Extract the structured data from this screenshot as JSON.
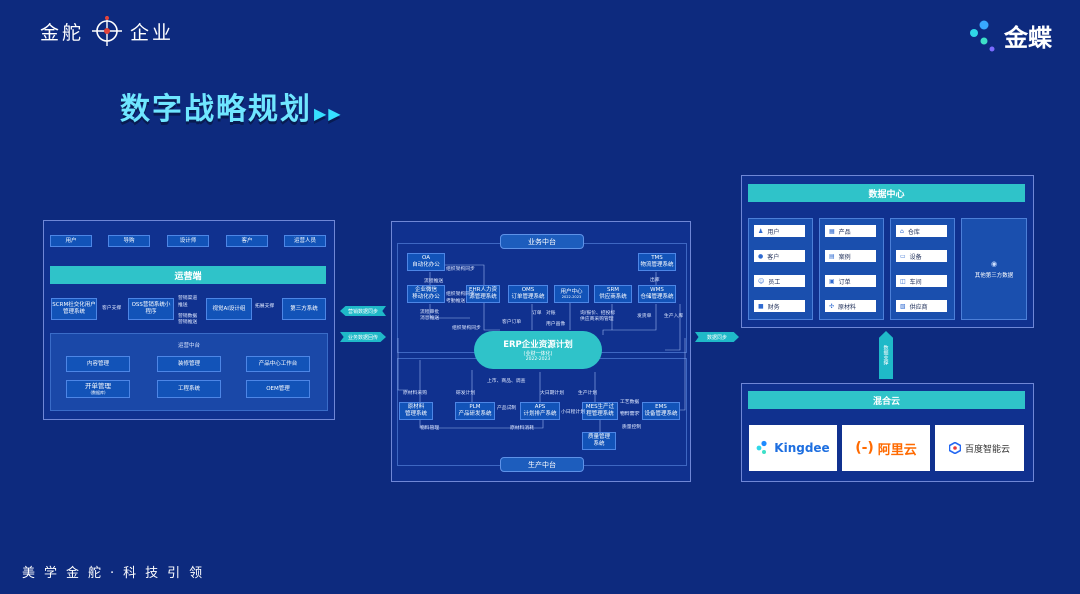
{
  "brand": {
    "left_name_a": "金舵",
    "left_name_b": "企业",
    "right_name": "金蝶"
  },
  "title": "数字战略规划",
  "slogan": "美学金舵·科技引领",
  "left_panel": {
    "roles": [
      "用户",
      "导购",
      "设计师",
      "客户",
      "运营人员"
    ],
    "ops_bar": "运营端",
    "systems": [
      "SCRM社交化用户管理系统",
      "OSS营销系统小程序",
      "视觉AI设计组",
      "第三方系统"
    ],
    "labels": [
      "客户支撑",
      "营销渠道\n推送",
      "营销推送",
      "拓展支撑",
      "营销数据"
    ],
    "ops_center_title": "运营中台",
    "ops_center_items": [
      {
        "label": "内容管理"
      },
      {
        "label": "装修管理"
      },
      {
        "label": "产品中心工作台"
      },
      {
        "label": "开单管理",
        "sub": "(数据库)"
      },
      {
        "label": "工程系统"
      },
      {
        "label": "OEM管理"
      }
    ]
  },
  "connectors": {
    "left_top": "营销数据同步",
    "left_bottom": "业务数据回传",
    "right": "数据同步",
    "vertical": "数据支撑"
  },
  "middle": {
    "business_center": "业务中台",
    "production_center": "生产中台",
    "erp": {
      "title": "ERP企业资源计划",
      "sub": "(业财一体化)",
      "year": "2022-2023"
    },
    "top_systems": [
      {
        "name": "OA",
        "desc": "自动化办公"
      },
      {
        "name": "企业微信",
        "desc": "移动化办公"
      },
      {
        "name": "EHR人力资",
        "desc": "源管理系统"
      },
      {
        "name": "OMS",
        "desc": "订单管理系统"
      },
      {
        "name": "用户中心",
        "desc": "2022-2023"
      },
      {
        "name": "SRM",
        "desc": "供应商系统"
      },
      {
        "name": "TMS",
        "desc": "物流管理系统"
      },
      {
        "name": "WMS",
        "desc": "仓储管理系统"
      }
    ],
    "bottom_systems": [
      {
        "name": "原材料",
        "desc": "管理系统"
      },
      {
        "name": "PLM",
        "desc": "产品研发系统"
      },
      {
        "name": "APS",
        "desc": "计划排产系统"
      },
      {
        "name": "MES生产过",
        "desc": "程管理系统"
      },
      {
        "name": "EMS",
        "desc": "设备管理系统"
      },
      {
        "name": "质量管理",
        "desc": "系统"
      }
    ],
    "labels": [
      "组织架构同步",
      "流程推送",
      "组织架构同步",
      "考勤推送",
      "流程审批",
      "消息推送",
      "组织架构同步",
      "订单",
      "对账",
      "客户订单",
      "用户画像",
      "询/报价、招投标",
      "供应商采购管理",
      "出库",
      "发货单",
      "生产入库",
      "上市、商品、调查",
      "原材料采购",
      "研发计划",
      "产品试制",
      "大日期计划",
      "生产计划",
      "小日程计划",
      "工艺数据",
      "物料需求",
      "质量控制",
      "原材料消耗",
      "物料管理"
    ]
  },
  "data_center": {
    "title": "数据中心",
    "columns": [
      [
        "用户",
        "客户",
        "员工",
        "财务"
      ],
      [
        "产品",
        "案例",
        "订单",
        "原材料"
      ],
      [
        "仓库",
        "设备",
        "车间",
        "供应商"
      ]
    ],
    "other": "其他第三方数据"
  },
  "hybrid_cloud": {
    "title": "混合云",
    "providers": [
      "Kingdee",
      "阿里云",
      "百度智能云"
    ]
  }
}
